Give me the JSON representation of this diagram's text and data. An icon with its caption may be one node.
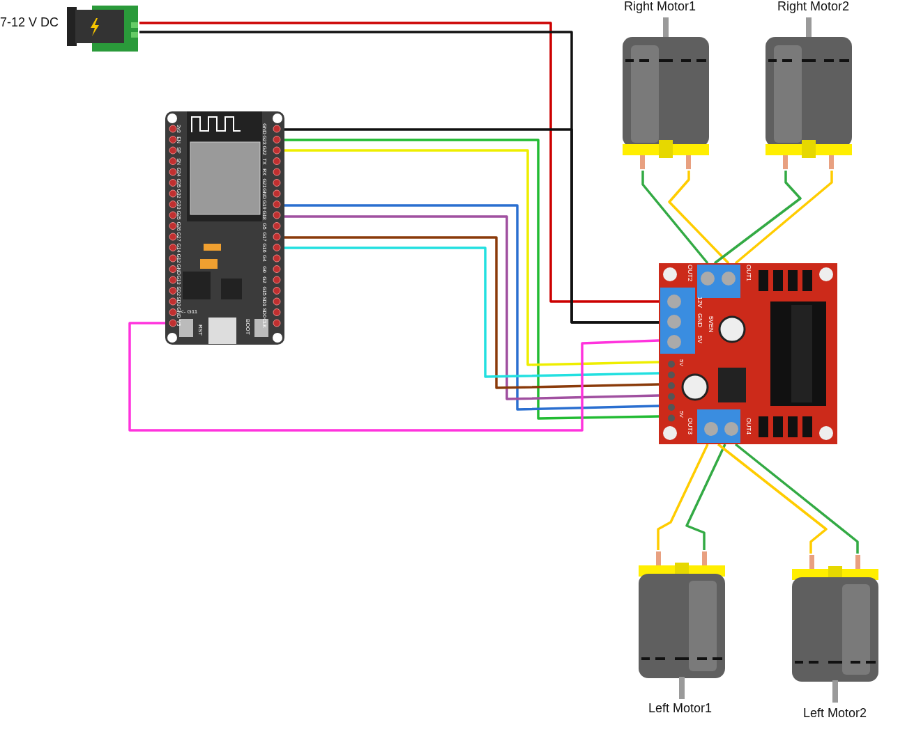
{
  "diagram": {
    "nodes": [
      {
        "text": [
          "7-12 V DC"
        ]
      },
      {
        "text": [
          "Right Motor1"
        ]
      },
      {
        "text": [
          "Right Motor2"
        ]
      },
      {
        "text": [
          "3v3",
          "EN",
          "SP",
          "SN",
          "G34",
          "G35",
          "G32",
          "G33",
          "G25",
          "G26",
          "G27",
          "G14",
          "G12",
          "GND",
          "G13",
          "SD2",
          "SD3",
          "GND",
          "V5",
          "GND",
          "G23",
          "G22",
          "TX",
          "RX",
          "G21",
          "GND",
          "G19",
          "G18",
          "G5",
          "G17",
          "G16",
          "G4",
          "G0",
          "G2",
          "G15",
          "SD1",
          "SD0",
          "CLK",
          "RST",
          "BOOT",
          "<- G11"
        ]
      },
      {
        "text": [
          "OUT2",
          "OUT1",
          "12V",
          "GND",
          "5V",
          "5VEN",
          "5V",
          "5V",
          "OUT3",
          "OUT4"
        ]
      },
      {
        "text": [
          "Left Motor1"
        ]
      },
      {
        "text": [
          "Left Motor2"
        ]
      }
    ],
    "edges": [
      {
        "from": 0,
        "to": 4,
        "arrow": "none",
        "color": "#cc0000"
      },
      {
        "from": 0,
        "to": 4,
        "arrow": "none",
        "color": "#111111"
      },
      {
        "from": 3,
        "to": 4,
        "arrow": "none",
        "color": "#111111"
      },
      {
        "from": 3,
        "to": 4,
        "arrow": "none",
        "color": "#22bb33"
      },
      {
        "from": 3,
        "to": 4,
        "arrow": "none",
        "color": "#eeee00"
      },
      {
        "from": 3,
        "to": 4,
        "arrow": "none",
        "color": "#2a6fd0"
      },
      {
        "from": 3,
        "to": 4,
        "arrow": "none",
        "color": "#a050a0"
      },
      {
        "from": 3,
        "to": 4,
        "arrow": "none",
        "color": "#8a3a0a"
      },
      {
        "from": 3,
        "to": 4,
        "arrow": "none",
        "color": "#22e0e0"
      },
      {
        "from": 3,
        "to": 4,
        "arrow": "none",
        "color": "#ff33dd"
      },
      {
        "from": 1,
        "to": 4,
        "arrow": "none",
        "color": "#33aa44"
      },
      {
        "from": 1,
        "to": 4,
        "arrow": "none",
        "color": "#ffcc00"
      },
      {
        "from": 2,
        "to": 4,
        "arrow": "none",
        "color": "#33aa44"
      },
      {
        "from": 2,
        "to": 4,
        "arrow": "none",
        "color": "#ffcc00"
      },
      {
        "from": 5,
        "to": 4,
        "arrow": "none",
        "color": "#ffcc00"
      },
      {
        "from": 5,
        "to": 4,
        "arrow": "none",
        "color": "#33aa44"
      },
      {
        "from": 6,
        "to": 4,
        "arrow": "none",
        "color": "#ffcc00"
      },
      {
        "from": 6,
        "to": 4,
        "arrow": "none",
        "color": "#33aa44"
      }
    ]
  }
}
